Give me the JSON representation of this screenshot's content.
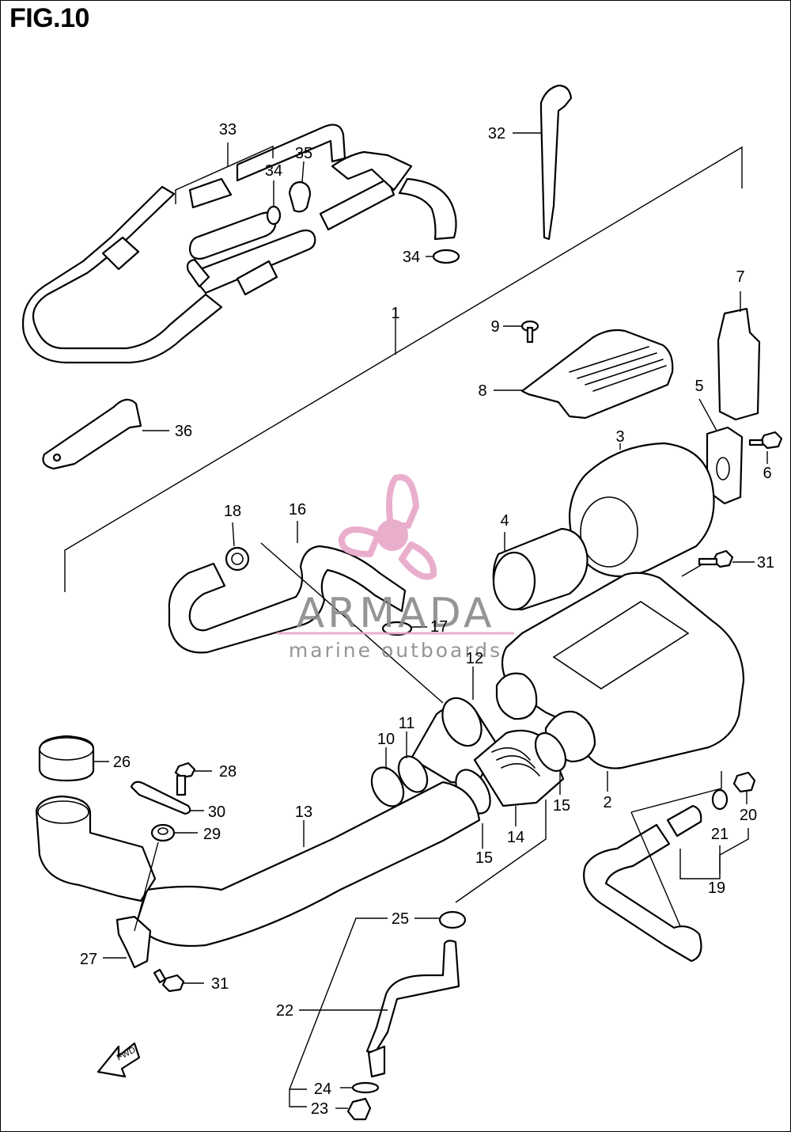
{
  "figure": {
    "title": "FIG.10"
  },
  "watermark": {
    "brand": "ARMADA",
    "tagline": "marine outboards",
    "logo_icon": "propeller-icon",
    "color_pink": "#e8a6c8",
    "color_gray": "#8a8a8a"
  },
  "direction_marker": {
    "label": "FWD",
    "icon": "arrow-left-icon"
  },
  "callouts": [
    {
      "id": "c1",
      "label": "1"
    },
    {
      "id": "c2",
      "label": "2"
    },
    {
      "id": "c3",
      "label": "3"
    },
    {
      "id": "c4",
      "label": "4"
    },
    {
      "id": "c5",
      "label": "5"
    },
    {
      "id": "c6",
      "label": "6"
    },
    {
      "id": "c7",
      "label": "7"
    },
    {
      "id": "c8",
      "label": "8"
    },
    {
      "id": "c9",
      "label": "9"
    },
    {
      "id": "c10",
      "label": "10"
    },
    {
      "id": "c11",
      "label": "11"
    },
    {
      "id": "c12",
      "label": "12"
    },
    {
      "id": "c13",
      "label": "13"
    },
    {
      "id": "c14",
      "label": "14"
    },
    {
      "id": "c15a",
      "label": "15"
    },
    {
      "id": "c15b",
      "label": "15"
    },
    {
      "id": "c16",
      "label": "16"
    },
    {
      "id": "c17",
      "label": "17"
    },
    {
      "id": "c18",
      "label": "18"
    },
    {
      "id": "c19",
      "label": "19"
    },
    {
      "id": "c20",
      "label": "20"
    },
    {
      "id": "c21",
      "label": "21"
    },
    {
      "id": "c22",
      "label": "22"
    },
    {
      "id": "c23",
      "label": "23"
    },
    {
      "id": "c24",
      "label": "24"
    },
    {
      "id": "c25",
      "label": "25"
    },
    {
      "id": "c26",
      "label": "26"
    },
    {
      "id": "c27",
      "label": "27"
    },
    {
      "id": "c28",
      "label": "28"
    },
    {
      "id": "c29",
      "label": "29"
    },
    {
      "id": "c30",
      "label": "30"
    },
    {
      "id": "c31a",
      "label": "31"
    },
    {
      "id": "c31b",
      "label": "31"
    },
    {
      "id": "c32",
      "label": "32"
    },
    {
      "id": "c33",
      "label": "33"
    },
    {
      "id": "c34a",
      "label": "34"
    },
    {
      "id": "c34b",
      "label": "34"
    },
    {
      "id": "c35",
      "label": "35"
    },
    {
      "id": "c36",
      "label": "36"
    }
  ]
}
